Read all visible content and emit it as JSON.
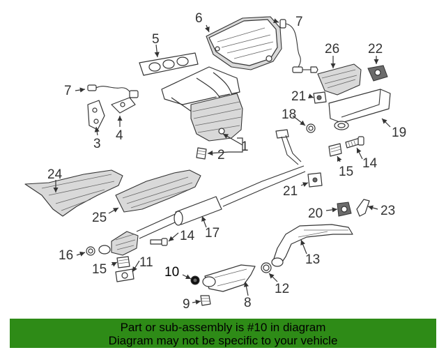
{
  "callouts": {
    "c1": "1",
    "c2": "2",
    "c3": "3",
    "c4": "4",
    "c5": "5",
    "c6": "6",
    "c7a": "7",
    "c7b": "7",
    "c8": "8",
    "c9": "9",
    "c10": "10",
    "c11": "11",
    "c12": "12",
    "c13": "13",
    "c14a": "14",
    "c14b": "14",
    "c15a": "15",
    "c15b": "15",
    "c16": "16",
    "c17": "17",
    "c18": "18",
    "c19": "19",
    "c20": "20",
    "c21a": "21",
    "c21b": "21",
    "c22": "22",
    "c23": "23",
    "c24": "24",
    "c25": "25",
    "c26": "26"
  },
  "highlighted_part": "10",
  "banner": {
    "line1": "Part or sub-assembly is #10 in diagram",
    "line2": "Diagram may not be specific to your vehicle",
    "background": "#2e8b17"
  }
}
